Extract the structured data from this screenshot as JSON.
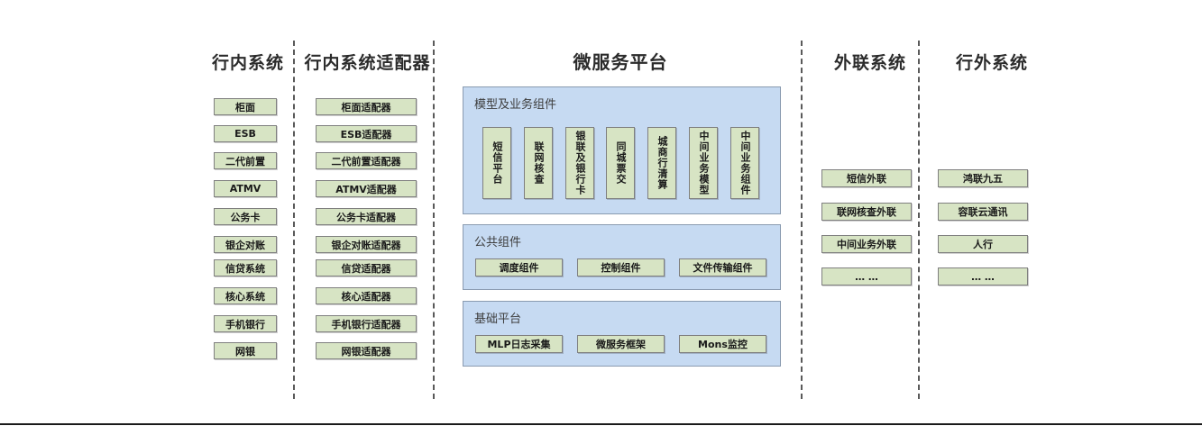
{
  "diagram": {
    "columns": [
      {
        "id": "internal-systems",
        "title": "行内系统",
        "items": [
          "柜面",
          "ESB",
          "二代前置",
          "ATMV",
          "公务卡",
          "银企对账",
          "信贷系统",
          "核心系统",
          "手机银行",
          "网银"
        ]
      },
      {
        "id": "internal-system-adapters",
        "title": "行内系统适配器",
        "items": [
          "柜面适配器",
          "ESB适配器",
          "二代前置适配器",
          "ATMV适配器",
          "公务卡适配器",
          "银企对账适配器",
          "信贷适配器",
          "核心适配器",
          "手机银行适配器",
          "网银适配器"
        ]
      },
      {
        "id": "microservice-platform",
        "title": "微服务平台"
      },
      {
        "id": "external-link-systems",
        "title": "外联系统",
        "items": [
          "短信外联",
          "联网核查外联",
          "中间业务外联",
          "… …"
        ]
      },
      {
        "id": "outside-bank-systems",
        "title": "行外系统",
        "items": [
          "鸿联九五",
          "容联云通讯",
          "人行",
          "… …"
        ]
      }
    ],
    "platform_panels": [
      {
        "id": "model-business-components",
        "title": "模型及业务组件",
        "orientation": "vertical",
        "items": [
          "短信平台",
          "联网核查",
          "银联及银行卡",
          "同城票交",
          "城商行清算",
          "中间业务模型",
          "中间业务组件"
        ]
      },
      {
        "id": "public-components",
        "title": "公共组件",
        "orientation": "horizontal",
        "items": [
          "调度组件",
          "控制组件",
          "文件传输组件"
        ]
      },
      {
        "id": "base-platform",
        "title": "基础平台",
        "orientation": "horizontal",
        "items": [
          "MLP日志采集",
          "微服务框架",
          "Mons监控"
        ]
      }
    ],
    "colors": {
      "node_fill": "#d7e4c4",
      "node_border": "#7f7f7f",
      "panel_fill": "#c6daf2",
      "panel_border": "#8a9bb0",
      "title_text": "#2b2b2b",
      "separator": "#5a5a5a"
    }
  }
}
